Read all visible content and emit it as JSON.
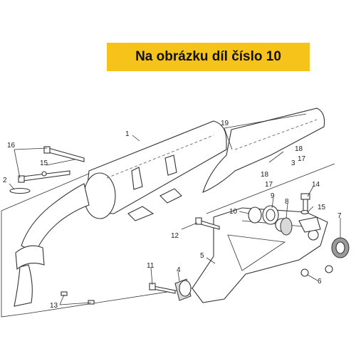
{
  "banner": {
    "text": "Na obrázku díl číslo 10"
  },
  "callouts": [
    {
      "id": "c1",
      "text": "1"
    },
    {
      "id": "c2",
      "text": "2"
    },
    {
      "id": "c3",
      "text": "3"
    },
    {
      "id": "c4",
      "text": "4"
    },
    {
      "id": "c5",
      "text": "5"
    },
    {
      "id": "c6",
      "text": "6"
    },
    {
      "id": "c7",
      "text": "7"
    },
    {
      "id": "c8",
      "text": "8"
    },
    {
      "id": "c9",
      "text": "9"
    },
    {
      "id": "c10",
      "text": "10"
    },
    {
      "id": "c11",
      "text": "11"
    },
    {
      "id": "c12",
      "text": "12"
    },
    {
      "id": "c13",
      "text": "13"
    },
    {
      "id": "c14",
      "text": "14"
    },
    {
      "id": "c15a",
      "text": "15"
    },
    {
      "id": "c15b",
      "text": "15"
    },
    {
      "id": "c16",
      "text": "16"
    },
    {
      "id": "c17a",
      "text": "17"
    },
    {
      "id": "c17b",
      "text": "17"
    },
    {
      "id": "c18a",
      "text": "18"
    },
    {
      "id": "c18b",
      "text": "18"
    },
    {
      "id": "c19",
      "text": "19"
    }
  ]
}
